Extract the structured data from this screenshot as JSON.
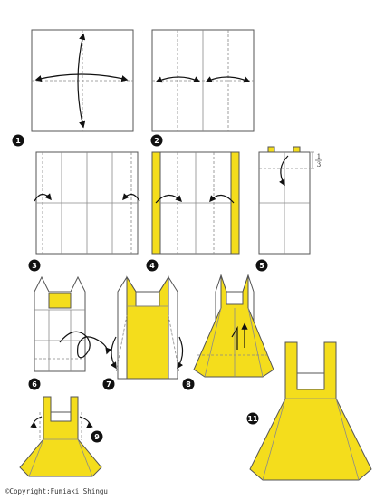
{
  "diagram": {
    "title": "",
    "step_numbers": [
      "1",
      "2",
      "3",
      "4",
      "5",
      "6",
      "7",
      "8",
      "9",
      "11"
    ],
    "fraction_label": {
      "numerator": "1",
      "denominator": "3"
    }
  },
  "copyright": "©Copyright:Fumiaki Shingu",
  "colors": {
    "paper": "#ffffff",
    "yellow": "#f4dd1c",
    "outline": "#555555",
    "arrow": "#111111"
  }
}
